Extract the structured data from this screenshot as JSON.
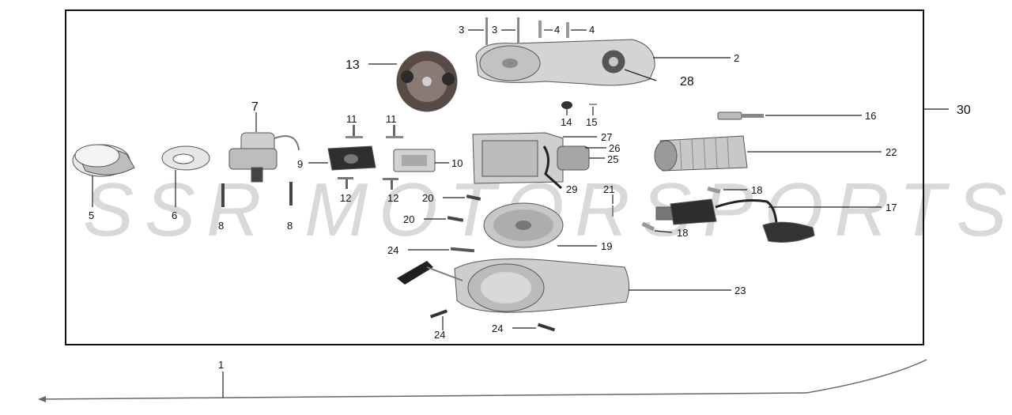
{
  "watermark": "SSR MOTORSPORTS",
  "labels": {
    "p1": "1",
    "p2": "2",
    "p3a": "3",
    "p3b": "3",
    "p4a": "4",
    "p4b": "4",
    "p5": "5",
    "p6": "6",
    "p7": "7",
    "p8a": "8",
    "p8b": "8",
    "p9": "9",
    "p10": "10",
    "p11a": "11",
    "p11b": "11",
    "p12a": "12",
    "p12b": "12",
    "p13": "13",
    "p14": "14",
    "p15": "15",
    "p16": "16",
    "p17": "17",
    "p18a": "18",
    "p18b": "18",
    "p19": "19",
    "p20a": "20",
    "p20b": "20",
    "p21": "21",
    "p22": "22",
    "p23": "23",
    "p24a": "24",
    "p24b": "24",
    "p24c": "24",
    "p25": "25",
    "p26": "26",
    "p27": "27",
    "p28": "28",
    "p29": "29",
    "p30": "30"
  },
  "colors": {
    "frame": "#111111",
    "metal": "#c9c9c9",
    "dark_metal": "#3a3a3a",
    "watermark": "#d9d9d9"
  }
}
